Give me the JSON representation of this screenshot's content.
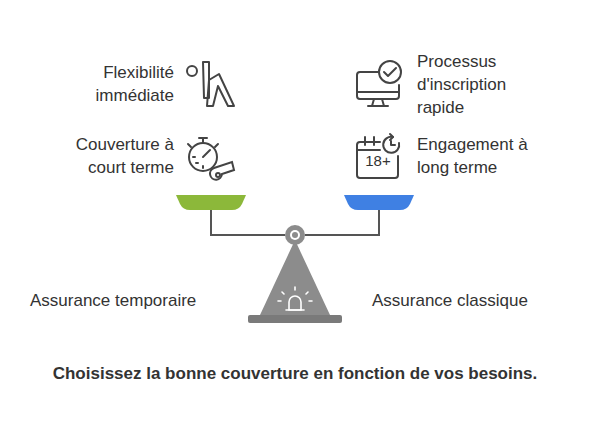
{
  "diagram": {
    "caption": "Choisissez la bonne couverture en fonction de vos besoins.",
    "labels": [
      "Flexibilité immédiate",
      "Processus d'inscription rapide",
      "Couverture à court terme",
      "18+",
      "Engagement à long terme",
      "Assurance temporaire",
      "Assurance classique"
    ]
  }
}
